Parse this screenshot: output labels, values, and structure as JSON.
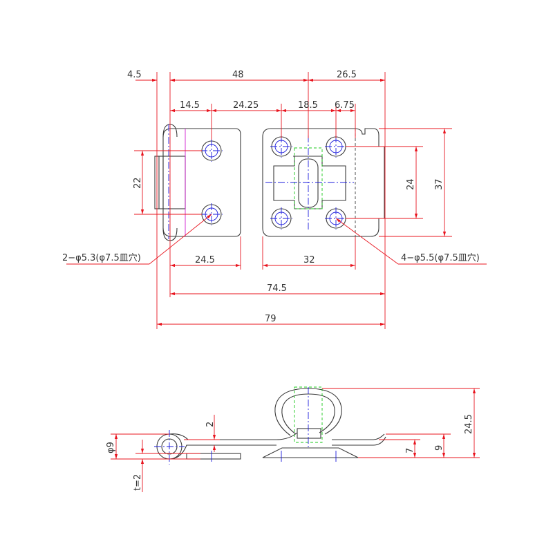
{
  "top_view": {
    "dims": {
      "overall_left_offset": "4.5",
      "overall_hasp_width": "48",
      "right_offset": "26.5",
      "hole_left_offset": "14.5",
      "hole_spacing_a": "24.25",
      "staple_hole_spacing": "18.5",
      "right_hole_offset": "6.75",
      "hole_vertical_spacing": "22",
      "staple_vertical_spacing": "24",
      "overall_height": "37",
      "left_plate_width": "24.5",
      "right_plate_width": "32",
      "length_without_offset": "74.5",
      "overall_length": "79"
    },
    "callouts": {
      "left_holes": "2−φ5.3(φ7.5皿穴)",
      "right_holes": "4−φ5.5(φ7.5皿穴)"
    }
  },
  "side_view": {
    "dims": {
      "thickness": "2",
      "pin_diameter": "φ9",
      "plate_thickness": "t=2",
      "staple_height": "24.5",
      "lip_height": "7",
      "hasp_height": "9"
    }
  },
  "colors": {
    "dimension": "#e8141e",
    "part_outline": "#3a3a3a",
    "center_line": "#1a1adc",
    "hidden_green": "#19c819",
    "hinge_magenta": "#d21ed2"
  }
}
